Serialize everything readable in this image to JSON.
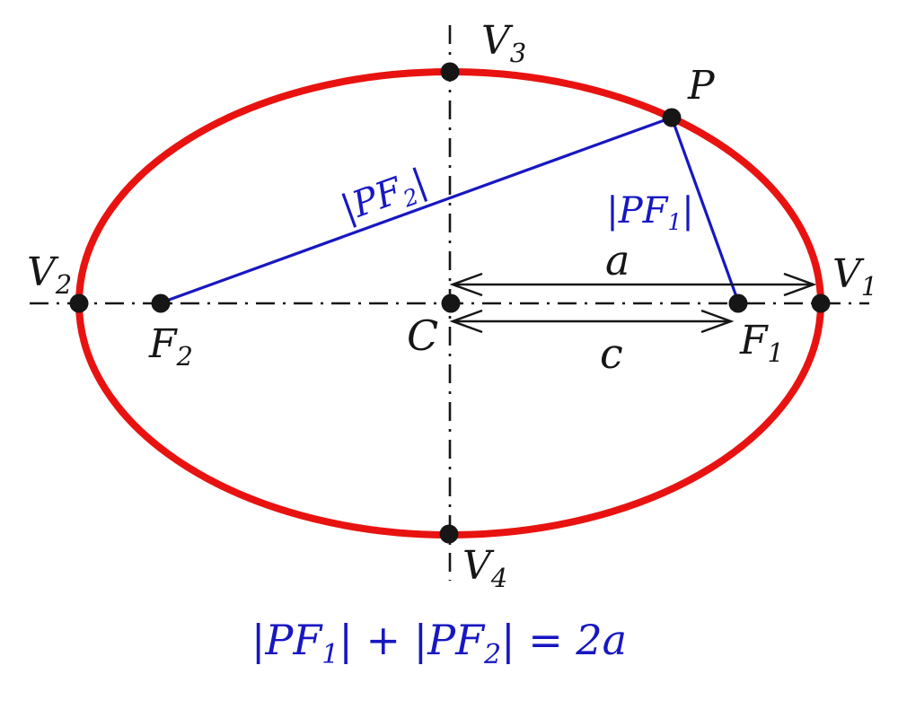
{
  "colors": {
    "ellipse_stroke": "#e81310",
    "relation_blue": "#1717c2",
    "ink_black": "#161616"
  },
  "labels": {
    "v1": {
      "base": "V",
      "sub": "1"
    },
    "v2": {
      "base": "V",
      "sub": "2"
    },
    "v3": {
      "base": "V",
      "sub": "3"
    },
    "v4": {
      "base": "V",
      "sub": "4"
    },
    "f1": {
      "base": "F",
      "sub": "1"
    },
    "f2": {
      "base": "F",
      "sub": "2"
    },
    "center": {
      "base": "C"
    },
    "point_p": {
      "base": "P"
    },
    "semi_major": "a",
    "focal_distance": "c"
  },
  "segment_labels": {
    "pf2": {
      "pre": "|PF",
      "sub": "2",
      "post": "|"
    },
    "pf1": {
      "pre": "|PF",
      "sub": "1",
      "post": "|"
    }
  },
  "equation": {
    "part1": "|PF",
    "sub1": "1",
    "part2": "| + |PF",
    "sub2": "2",
    "part3": "| = 2a"
  }
}
